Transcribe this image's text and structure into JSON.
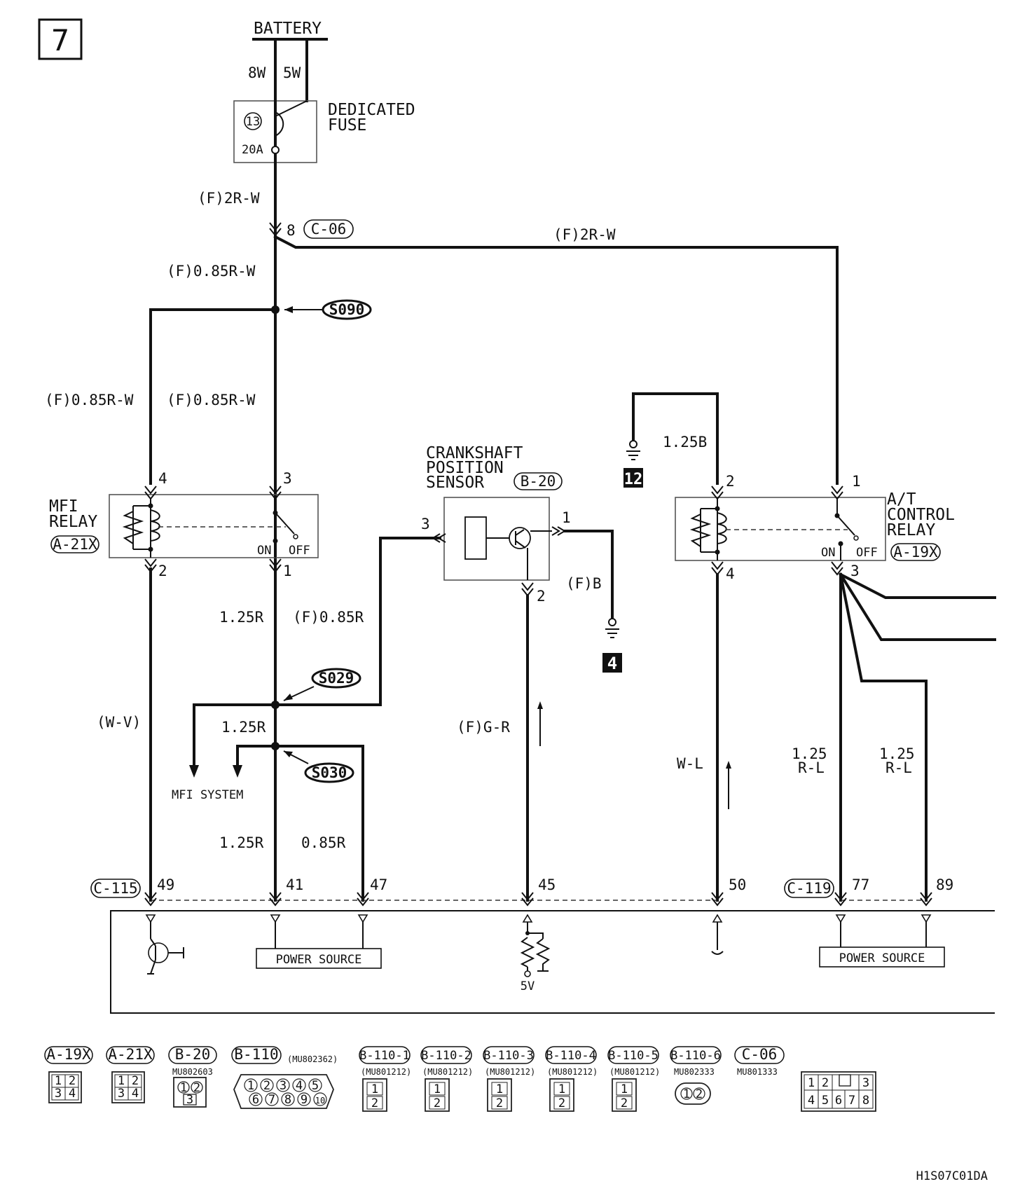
{
  "page_number": "7",
  "drawing_code": "H1S07C01DA",
  "battery": {
    "label": "BATTERY",
    "wire_left": "8W",
    "wire_right": "5W"
  },
  "fuse": {
    "label_line1": "DEDICATED",
    "label_line2": "FUSE",
    "number": "13",
    "rating": "20A"
  },
  "wires": {
    "fuse_out": "(F)2R-W",
    "c06_to_right": "(F)2R-W",
    "trunk_upper": "(F)0.85R-W",
    "mfi_relay_pin4": "(F)0.85R-W",
    "mfi_relay_pin3": "(F)0.85R-W",
    "mfi_relay_pin1": "1.25R",
    "to_sensor": "(F)0.85R",
    "below_s029": "1.25R",
    "below_s030": "1.25R",
    "branch_47": "0.85R",
    "mfi_relay_pin2": "(W-V)",
    "sensor_pin2": "(F)G-R",
    "sensor_pin1": "(F)B",
    "relay_ground": "1.25B",
    "at_relay_pin4": "W-L",
    "at_77_line1": "1.25",
    "at_77_line2": "R-L",
    "at_89_line1": "1.25",
    "at_89_line2": "R-L"
  },
  "connectors": {
    "c06": "C-06",
    "c06_pin": "8",
    "c115": "C-115",
    "c119": "C-119",
    "a21x": "A-21X",
    "a19x": "A-19X",
    "b20": "B-20"
  },
  "splices": {
    "s090": "S090",
    "s029": "S029",
    "s030": "S030"
  },
  "mfi_relay": {
    "line1": "MFI",
    "line2": "RELAY",
    "pin_coil_top": "4",
    "pin_sw_top": "3",
    "pin_coil_bottom": "2",
    "pin_sw_bottom": "1",
    "on": "ON",
    "off": "OFF"
  },
  "at_relay": {
    "line1": "A/T",
    "line2": "CONTROL",
    "line3": "RELAY",
    "pin_coil_top": "2",
    "pin_sw_top": "1",
    "pin_coil_bottom": "4",
    "pin_sw_bottom": "3",
    "on": "ON",
    "off": "OFF"
  },
  "sensor": {
    "line1": "CRANKSHAFT",
    "line2": "POSITION",
    "line3": "SENSOR",
    "pin_left": "3",
    "pin_right": "1",
    "pin_bottom": "2"
  },
  "grounds": {
    "g12": "12",
    "g4": "4"
  },
  "mfi_system": "MFI SYSTEM",
  "ecu_pins": [
    "49",
    "41",
    "47",
    "45",
    "50",
    "77",
    "89"
  ],
  "power_source_left": "POWER SOURCE",
  "power_source_right": "POWER SOURCE",
  "five_volt": "5V",
  "legend": {
    "labels": [
      "A-19X",
      "A-21X",
      "B-20",
      "B-110",
      "B-110-1",
      "B-110-2",
      "B-110-3",
      "B-110-4",
      "B-110-5",
      "B-110-6",
      "C-06"
    ],
    "part_numbers": {
      "b20": "MU802603",
      "b110": "(MU802362)",
      "b110_1": "(MU801212)",
      "b110_2": "(MU801212)",
      "b110_3": "(MU801212)",
      "b110_4": "(MU801212)",
      "b110_5": "(MU801212)",
      "b110_6": "MU802333",
      "c06": "MU801333"
    },
    "pins_4": [
      "1",
      "2",
      "3",
      "4"
    ],
    "pins_3": [
      "1",
      "2",
      "3"
    ],
    "pins_10": [
      "1",
      "2",
      "3",
      "4",
      "5",
      "6",
      "7",
      "8",
      "9",
      "10"
    ],
    "pins_2": [
      "1",
      "2"
    ],
    "pins_8": [
      "1",
      "2",
      "3",
      "4",
      "5",
      "6",
      "7",
      "8"
    ]
  }
}
